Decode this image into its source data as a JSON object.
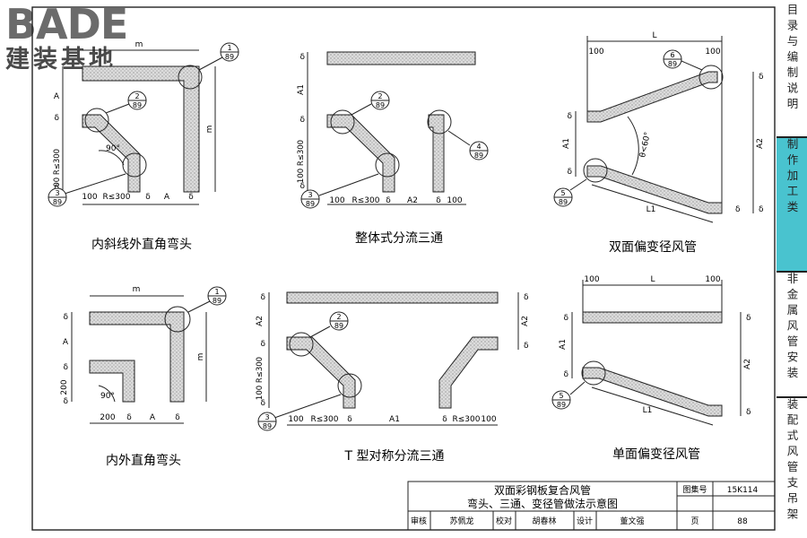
{
  "logo": {
    "brand": "BADE",
    "subtitle": "建装基地"
  },
  "sidebar": [
    {
      "label": "目录与编制说明",
      "active": false
    },
    {
      "label": "制作加工类",
      "active": true
    },
    {
      "label": "非金属风管安装",
      "active": false
    },
    {
      "label": "装配式风管支吊架",
      "active": false
    }
  ],
  "colors": {
    "accent": "#49c3cf",
    "line": "#222222",
    "duct_fill": "#d8d8d8"
  },
  "figures": {
    "f1": {
      "caption": "内斜线外直角弯头",
      "dims": {
        "top_m": "m",
        "A_left": "A",
        "d_left": "δ",
        "r_left": "100 R≤300",
        "d_left2": "δ",
        "angle": "90°",
        "b100": "100",
        "bR": "R≤300",
        "bA": "A",
        "bd1": "δ",
        "bd2": "δ",
        "right_m": "m"
      }
    },
    "f2": {
      "caption": "整体式分流三通",
      "dims": {
        "d_top": "δ",
        "A1": "A1",
        "d_mid": "δ",
        "r_left": "100 R≤300",
        "d_bot": "δ",
        "b100": "100",
        "bR": "R≤300",
        "bA2": "A2",
        "bd1": "δ",
        "bd2": "δ",
        "b100b": "100"
      }
    },
    "f3": {
      "caption": "双面偏变径风管",
      "dims": {
        "L": "L",
        "t100a": "100",
        "t100b": "100",
        "d1": "δ",
        "A1": "A1",
        "d2": "δ",
        "d3": "δ",
        "A2": "A2",
        "d4": "δ",
        "d5": "δ",
        "theta": "θ<60°",
        "L1": "L1"
      }
    },
    "f4": {
      "caption": "内外直角弯头",
      "dims": {
        "top_m": "m",
        "d1": "δ",
        "A": "A",
        "d2": "δ",
        "v200": "200",
        "d3": "δ",
        "angle": "90°",
        "b200": "200",
        "bd1": "δ",
        "bA": "A",
        "bd2": "δ",
        "right_m": "m"
      }
    },
    "f5": {
      "caption": "T 型对称分流三通",
      "dims": {
        "d1": "δ",
        "A2": "A2",
        "d2": "δ",
        "r_left": "100 R≤300",
        "d3": "δ",
        "b100": "100",
        "bR": "R≤300",
        "bd1": "δ",
        "bA1": "A1",
        "bd2": "δ",
        "bR2": "R≤300",
        "b100b": "100",
        "r_d1": "δ",
        "r_A2": "A2",
        "r_d2": "δ"
      }
    },
    "f6": {
      "caption": "单面偏变径风管",
      "dims": {
        "t100a": "100",
        "L": "L",
        "t100b": "100",
        "d1": "δ",
        "A1": "A1",
        "d2": "δ",
        "rd1": "δ",
        "A2": "A2",
        "rd2": "δ",
        "L1": "L1"
      }
    }
  },
  "callouts": {
    "c1": {
      "top": "1",
      "bottom": "89"
    },
    "c2": {
      "top": "2",
      "bottom": "89"
    },
    "c3": {
      "top": "3",
      "bottom": "89"
    },
    "c4": {
      "top": "4",
      "bottom": "89"
    },
    "c5": {
      "top": "5",
      "bottom": "89"
    },
    "c6": {
      "top": "6",
      "bottom": "89"
    }
  },
  "title_block": {
    "title_line1": "双面彩钢板复合风管",
    "title_line2": "弯头、三通、变径管做法示意图",
    "atlas_label": "图集号",
    "atlas_no": "15K114",
    "page_label": "页",
    "page_no": "88",
    "review_label": "审核",
    "review_name": "苏佩龙",
    "check_label": "校对",
    "check_name": "胡春林",
    "design_label": "设计",
    "design_name": "董文强"
  }
}
